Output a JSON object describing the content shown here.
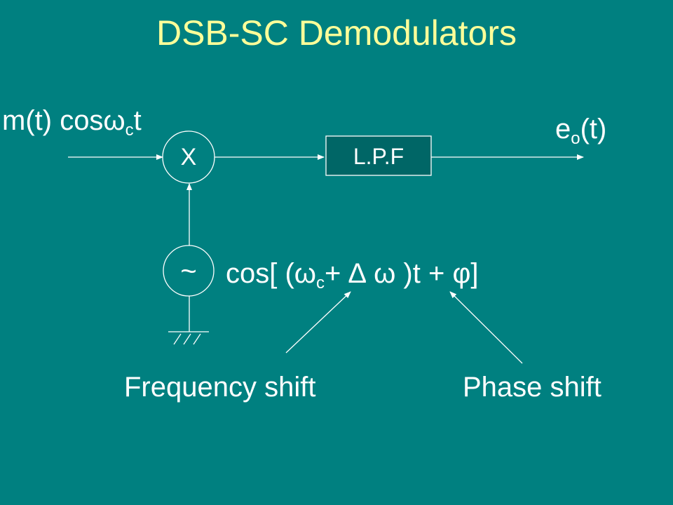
{
  "title": "DSB-SC Demodulators",
  "input": {
    "base": "m(t) cosω",
    "sub": "c",
    "tail": "t"
  },
  "output": {
    "base": "e",
    "sub": "o",
    "tail": "(t)"
  },
  "mixer_symbol": "X",
  "filter_label": "L.P.F",
  "oscillator_symbol": "~",
  "oscillator_signal": {
    "part1": "cos[ (ω",
    "sub": "c",
    "part2": "+ ∆ ω )t + φ]"
  },
  "annotations": {
    "frequency_shift": "Frequency shift",
    "phase_shift": "Phase shift"
  },
  "colors": {
    "background": "#008080",
    "title": "#FFFF99",
    "text": "#FFFFFF",
    "filter_box": "#006666"
  }
}
